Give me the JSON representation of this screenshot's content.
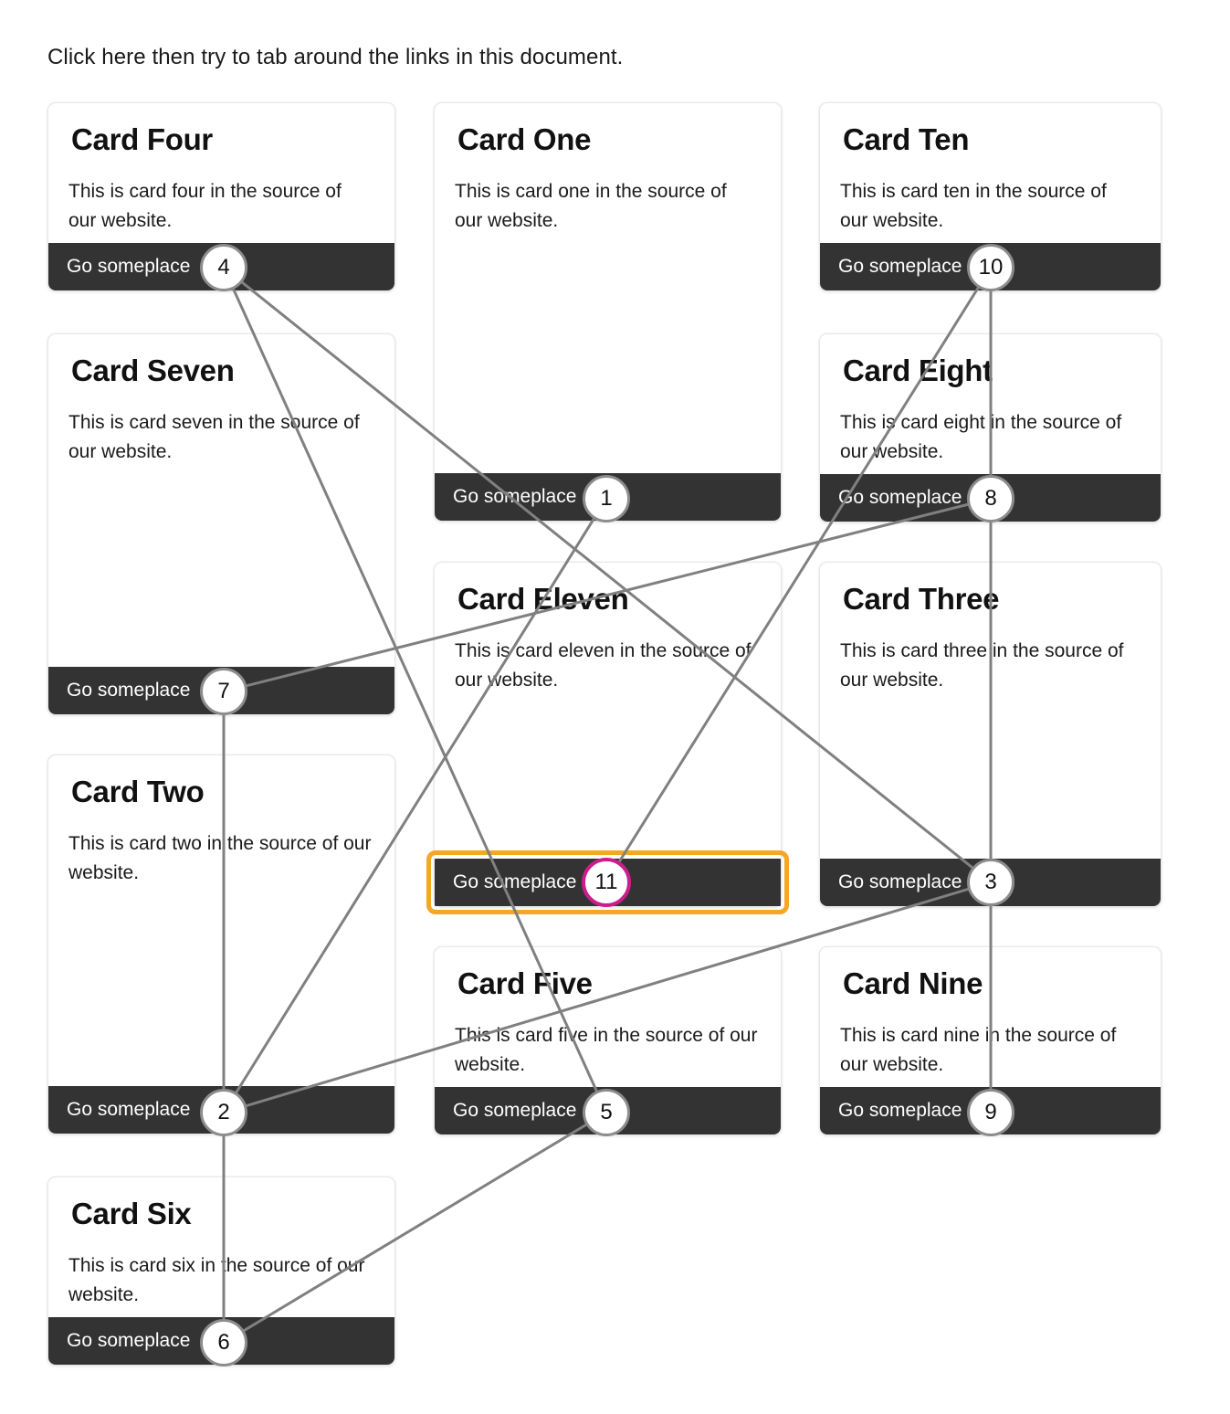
{
  "intro": {
    "text": "Click here then try to tab around the links in this document."
  },
  "colors": {
    "focus_outline": "#f5a623",
    "current_badge_border": "#cc1d8d",
    "badge_border": "#8c8c8c",
    "link_bar": "#333333",
    "connector_line": "#808080",
    "page_background": "#ffffff"
  },
  "cards": [
    {
      "id": "card-four",
      "title": "Card Four",
      "body": "This is card four in the source of our website.",
      "link_label": "Go someplace",
      "tab_index": 4,
      "focused": false
    },
    {
      "id": "card-seven",
      "title": "Card Seven",
      "body": "This is card seven in the source of our website.",
      "link_label": "Go someplace",
      "tab_index": 7,
      "focused": false
    },
    {
      "id": "card-two",
      "title": "Card Two",
      "body": "This is card two in the source of our website.",
      "link_label": "Go someplace",
      "tab_index": 2,
      "focused": false
    },
    {
      "id": "card-six",
      "title": "Card Six",
      "body": "This is card six in the source of our website.",
      "link_label": "Go someplace",
      "tab_index": 6,
      "focused": false
    },
    {
      "id": "card-one",
      "title": "Card One",
      "body": "This is card one in the source of our website.",
      "link_label": "Go someplace",
      "tab_index": 1,
      "focused": false
    },
    {
      "id": "card-eleven",
      "title": "Card Eleven",
      "body": "This is card eleven in the source of our website.",
      "link_label": "Go someplace",
      "tab_index": 11,
      "focused": true
    },
    {
      "id": "card-five",
      "title": "Card Five",
      "body": "This is card five in the source of our website.",
      "link_label": "Go someplace",
      "tab_index": 5,
      "focused": false
    },
    {
      "id": "card-ten",
      "title": "Card Ten",
      "body": "This is card ten in the source of our website.",
      "link_label": "Go someplace",
      "tab_index": 10,
      "focused": false
    },
    {
      "id": "card-eight",
      "title": "Card Eight",
      "body": "This is card eight in the source of our website.",
      "link_label": "Go someplace",
      "tab_index": 8,
      "focused": false
    },
    {
      "id": "card-three",
      "title": "Card Three",
      "body": "This is card three in the source of our website.",
      "link_label": "Go someplace",
      "tab_index": 3,
      "focused": false
    },
    {
      "id": "card-nine",
      "title": "Card Nine",
      "body": "This is card nine in the source of our website.",
      "link_label": "Go someplace",
      "tab_index": 9,
      "focused": false
    }
  ],
  "tab_order_sequence": [
    1,
    2,
    3,
    4,
    5,
    6,
    7,
    8,
    9,
    10,
    11
  ]
}
